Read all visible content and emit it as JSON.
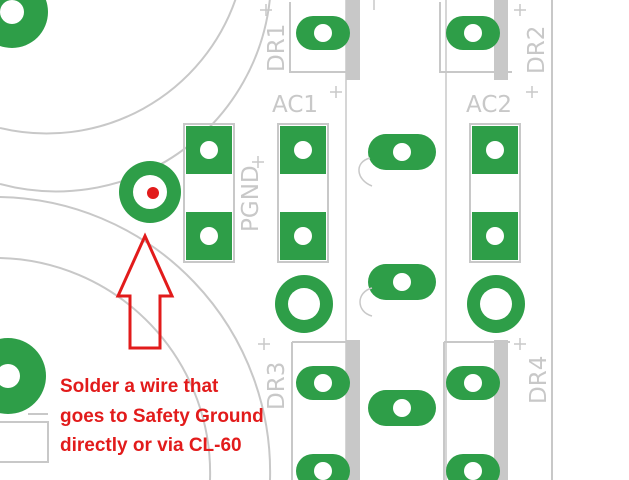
{
  "labels": {
    "dr1": "DR1",
    "dr2": "DR2",
    "dr3": "DR3",
    "dr4": "DR4",
    "ac1": "AC1",
    "ac2": "AC2",
    "pgnd": "PGND"
  },
  "annotation": {
    "line1": "Solder a wire that",
    "line2": "goes to Safety Ground",
    "line3": "directly or via CL-60"
  },
  "colors": {
    "copper": "#2e9e48",
    "silkscreen": "#c8c8c8",
    "annotation": "#e21b1b",
    "background": "#ffffff"
  },
  "icons": {
    "arrow": "hollow-up-arrow-icon"
  }
}
